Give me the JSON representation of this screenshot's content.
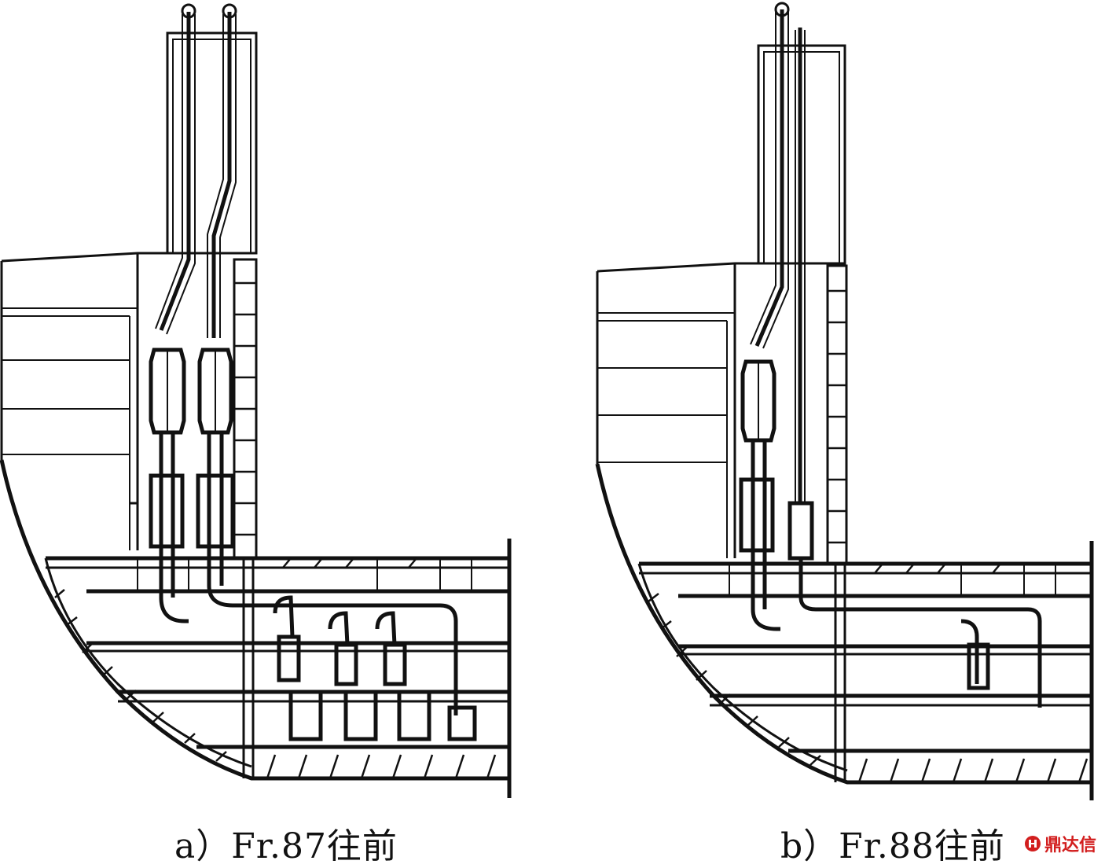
{
  "figure": {
    "captions": {
      "a": "a）Fr.87往前",
      "b": "b）Fr.88往前"
    },
    "watermark": {
      "text": "鼎达信",
      "logo_icon": "dingdaxin-logo-icon",
      "color": "#d21e1e"
    },
    "line_color": "#111111",
    "background": "#ffffff"
  }
}
